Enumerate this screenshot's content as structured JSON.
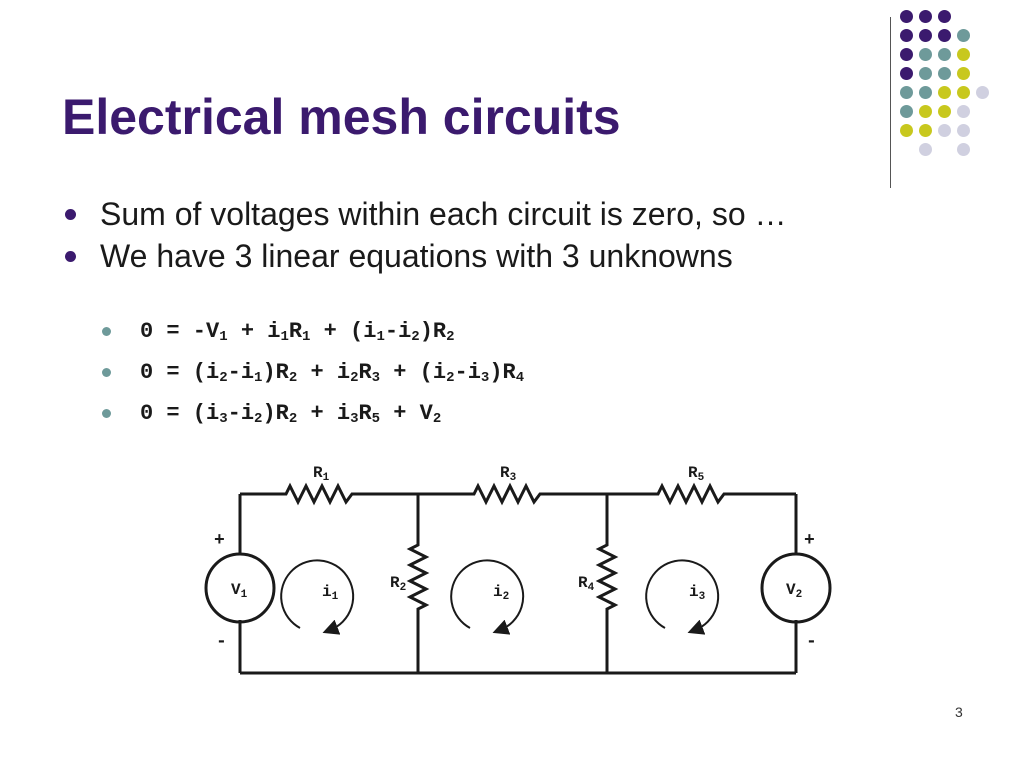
{
  "slide": {
    "title": "Electrical mesh circuits",
    "page_number": "3",
    "bullets": [
      "Sum of voltages within each circuit is zero, so …",
      "We have 3 linear equations with 3 unknowns"
    ],
    "equations": [
      [
        [
          "0 = -V",
          ""
        ],
        [
          "1",
          "sub"
        ],
        [
          " + i",
          ""
        ],
        [
          "1",
          "sub"
        ],
        [
          "R",
          ""
        ],
        [
          "1",
          "sub"
        ],
        [
          " + (i",
          ""
        ],
        [
          "1",
          "sub"
        ],
        [
          "-i",
          ""
        ],
        [
          "2",
          "sub"
        ],
        [
          ")R",
          ""
        ],
        [
          "2",
          "sub"
        ]
      ],
      [
        [
          "0 = (i",
          ""
        ],
        [
          "2",
          "sub"
        ],
        [
          "-i",
          ""
        ],
        [
          "1",
          "sub"
        ],
        [
          ")R",
          ""
        ],
        [
          "2",
          "sub"
        ],
        [
          " + i",
          ""
        ],
        [
          "2",
          "sub"
        ],
        [
          "R",
          ""
        ],
        [
          "3",
          "sub"
        ],
        [
          " + (i",
          ""
        ],
        [
          "2",
          "sub"
        ],
        [
          "-i",
          ""
        ],
        [
          "3",
          "sub"
        ],
        [
          ")R",
          ""
        ],
        [
          "4",
          "sub"
        ]
      ],
      [
        [
          "0 = (i",
          ""
        ],
        [
          "3",
          "sub"
        ],
        [
          "-i",
          ""
        ],
        [
          "2",
          "sub"
        ],
        [
          ")R",
          ""
        ],
        [
          "2",
          "sub"
        ],
        [
          " + i",
          ""
        ],
        [
          "3",
          "sub"
        ],
        [
          "R",
          ""
        ],
        [
          "5",
          "sub"
        ],
        [
          " + V",
          ""
        ],
        [
          "2",
          "sub"
        ]
      ]
    ]
  },
  "colors": {
    "title": "#3b1a6e",
    "purple": "#3b1a6e",
    "teal": "#6e9a9a",
    "yellow": "#c8c81e",
    "lavender": "#d0d0e0"
  },
  "decor_dots": [
    [
      "purple",
      "purple",
      "purple",
      null,
      null
    ],
    [
      "purple",
      "purple",
      "purple",
      "teal",
      null
    ],
    [
      "purple",
      "teal",
      "teal",
      "yellow",
      null
    ],
    [
      "purple",
      "teal",
      "teal",
      "yellow",
      null
    ],
    [
      "teal",
      "teal",
      "yellow",
      "yellow",
      "lavender"
    ],
    [
      "teal",
      "yellow",
      "yellow",
      "lavender",
      null
    ],
    [
      "yellow",
      "yellow",
      "lavender",
      "lavender",
      null
    ],
    [
      null,
      "lavender",
      null,
      "lavender",
      null
    ]
  ],
  "circuit": {
    "resistors": [
      {
        "label": "R",
        "sub": "1"
      },
      {
        "label": "R",
        "sub": "2"
      },
      {
        "label": "R",
        "sub": "3"
      },
      {
        "label": "R",
        "sub": "4"
      },
      {
        "label": "R",
        "sub": "5"
      }
    ],
    "sources": [
      {
        "label": "V",
        "sub": "1",
        "plus": "+",
        "minus": "-"
      },
      {
        "label": "V",
        "sub": "2",
        "plus": "+",
        "minus": "-"
      }
    ],
    "mesh_currents": [
      {
        "label": "i",
        "sub": "1"
      },
      {
        "label": "i",
        "sub": "2"
      },
      {
        "label": "i",
        "sub": "3"
      }
    ]
  }
}
